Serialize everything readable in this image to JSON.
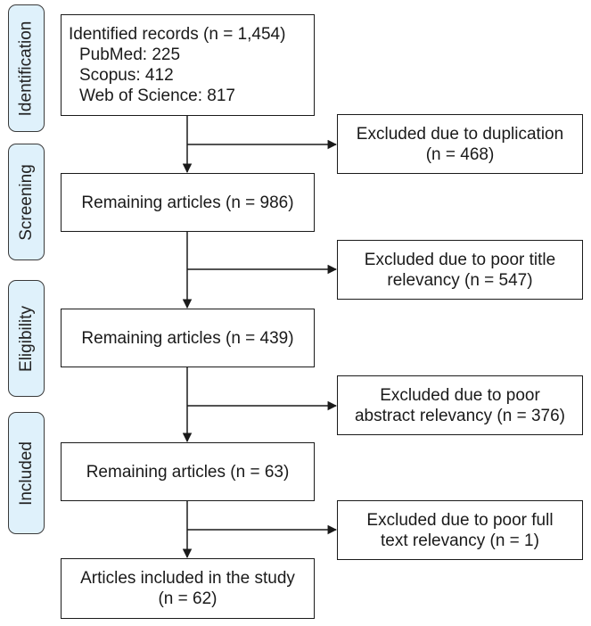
{
  "stages": [
    {
      "id": "identification",
      "label": "Identification"
    },
    {
      "id": "screening",
      "label": "Screening"
    },
    {
      "id": "eligibility",
      "label": "Eligibility"
    },
    {
      "id": "included",
      "label": "Included"
    }
  ],
  "main_boxes": [
    {
      "id": "identified",
      "lines": [
        "Identified records (n = 1,454)",
        "PubMed: 225",
        "Scopus: 412",
        "Web of Science: 817"
      ]
    },
    {
      "id": "remaining-1",
      "lines": [
        "Remaining articles (n = 986)"
      ]
    },
    {
      "id": "remaining-2",
      "lines": [
        "Remaining articles (n = 439)"
      ]
    },
    {
      "id": "remaining-3",
      "lines": [
        "Remaining articles (n = 63)"
      ]
    },
    {
      "id": "included-study",
      "lines": [
        "Articles included in the study",
        "(n = 62)"
      ]
    }
  ],
  "exclusion_boxes": [
    {
      "id": "excl-duplication",
      "lines": [
        "Excluded due to duplication",
        "(n = 468)"
      ]
    },
    {
      "id": "excl-title",
      "lines": [
        "Excluded due to poor title",
        "relevancy (n = 547)"
      ]
    },
    {
      "id": "excl-abstract",
      "lines": [
        "Excluded due to poor",
        "abstract relevancy (n = 376)"
      ]
    },
    {
      "id": "excl-fulltext",
      "lines": [
        "Excluded due to poor full",
        "text relevancy (n = 1)"
      ]
    }
  ],
  "colors": {
    "stage_fill": "#dff1fb",
    "stroke": "#1a1a1a"
  }
}
